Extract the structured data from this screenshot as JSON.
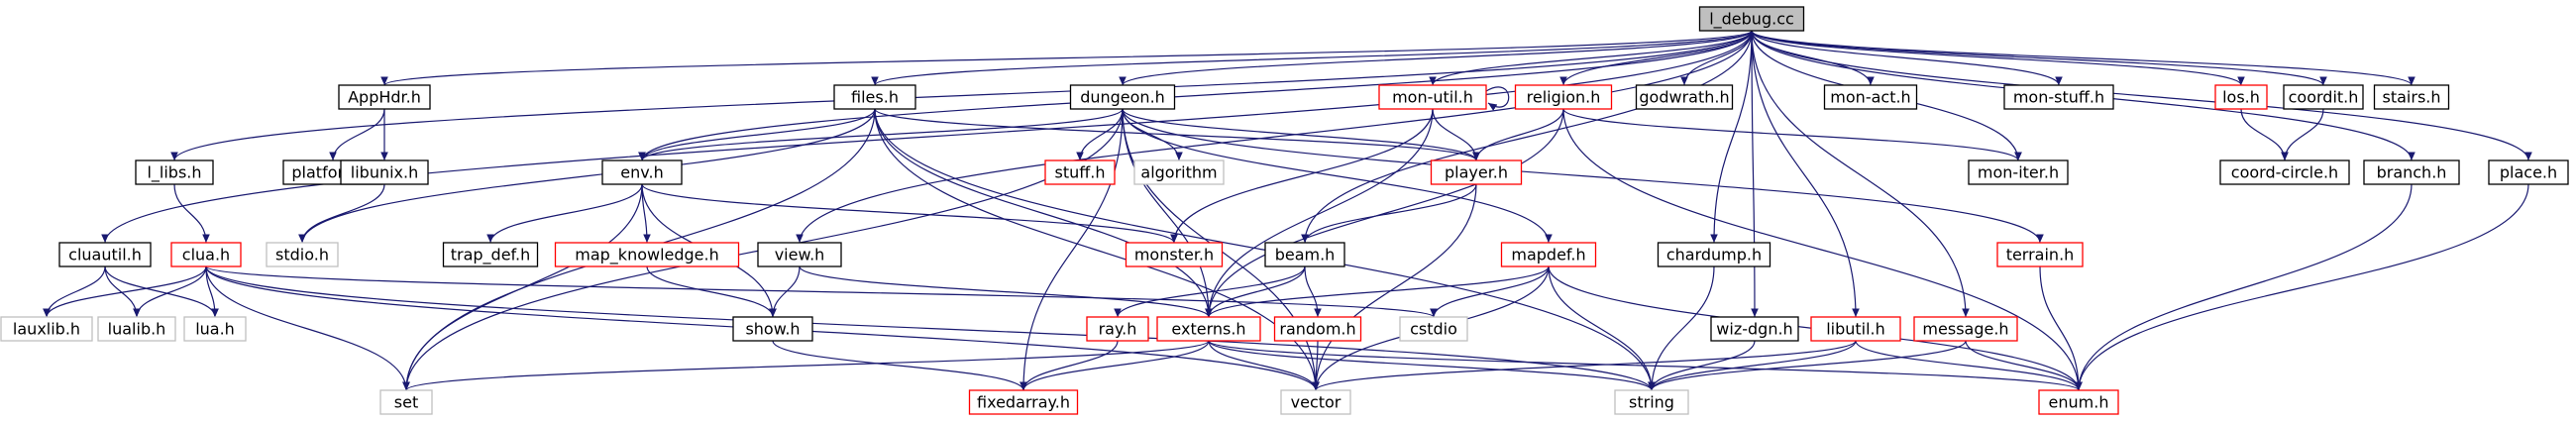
{
  "graph": {
    "title": "l_debug.cc",
    "colors": {
      "root_fill": "#bfbfbf",
      "root_border": "#000000",
      "documented_border": "#000000",
      "incomplete_border": "#ff0000",
      "external_border": "#bfbfbf",
      "edge": "#191970"
    },
    "nodes": [
      {
        "id": "l_debug",
        "label": "l_debug.cc",
        "kind": "root"
      },
      {
        "id": "apphdr",
        "label": "AppHdr.h",
        "kind": "documented"
      },
      {
        "id": "files",
        "label": "files.h",
        "kind": "documented"
      },
      {
        "id": "dungeon",
        "label": "dungeon.h",
        "kind": "documented"
      },
      {
        "id": "monutil",
        "label": "mon-util.h",
        "kind": "incomplete"
      },
      {
        "id": "religion",
        "label": "religion.h",
        "kind": "incomplete"
      },
      {
        "id": "godwrath",
        "label": "godwrath.h",
        "kind": "documented"
      },
      {
        "id": "monact",
        "label": "mon-act.h",
        "kind": "documented"
      },
      {
        "id": "monstuff",
        "label": "mon-stuff.h",
        "kind": "documented"
      },
      {
        "id": "los",
        "label": "los.h",
        "kind": "incomplete"
      },
      {
        "id": "coordit",
        "label": "coordit.h",
        "kind": "documented"
      },
      {
        "id": "stairs",
        "label": "stairs.h",
        "kind": "documented"
      },
      {
        "id": "llibs",
        "label": "l_libs.h",
        "kind": "documented"
      },
      {
        "id": "platform",
        "label": "platform.h",
        "kind": "documented"
      },
      {
        "id": "libunix",
        "label": "libunix.h",
        "kind": "documented"
      },
      {
        "id": "stuff",
        "label": "stuff.h",
        "kind": "incomplete"
      },
      {
        "id": "algorithm",
        "label": "algorithm",
        "kind": "external"
      },
      {
        "id": "player",
        "label": "player.h",
        "kind": "incomplete"
      },
      {
        "id": "moniter",
        "label": "mon-iter.h",
        "kind": "documented"
      },
      {
        "id": "coordcircle",
        "label": "coord-circle.h",
        "kind": "documented"
      },
      {
        "id": "branch",
        "label": "branch.h",
        "kind": "documented"
      },
      {
        "id": "place",
        "label": "place.h",
        "kind": "documented"
      },
      {
        "id": "envh",
        "label": "env.h",
        "kind": "documented"
      },
      {
        "id": "stdio",
        "label": "stdio.h",
        "kind": "external"
      },
      {
        "id": "cluautil",
        "label": "cluautil.h",
        "kind": "documented"
      },
      {
        "id": "clua",
        "label": "clua.h",
        "kind": "incomplete"
      },
      {
        "id": "trapdef",
        "label": "trap_def.h",
        "kind": "documented"
      },
      {
        "id": "mapknow",
        "label": "map_knowledge.h",
        "kind": "incomplete"
      },
      {
        "id": "viewh",
        "label": "view.h",
        "kind": "documented"
      },
      {
        "id": "monster",
        "label": "monster.h",
        "kind": "incomplete"
      },
      {
        "id": "beam",
        "label": "beam.h",
        "kind": "documented"
      },
      {
        "id": "mapdef",
        "label": "mapdef.h",
        "kind": "incomplete"
      },
      {
        "id": "chardump",
        "label": "chardump.h",
        "kind": "documented"
      },
      {
        "id": "terrain",
        "label": "terrain.h",
        "kind": "incomplete"
      },
      {
        "id": "lauxlib",
        "label": "lauxlib.h",
        "kind": "external"
      },
      {
        "id": "lualib",
        "label": "lualib.h",
        "kind": "external"
      },
      {
        "id": "luah",
        "label": "lua.h",
        "kind": "external"
      },
      {
        "id": "show",
        "label": "show.h",
        "kind": "documented"
      },
      {
        "id": "ray",
        "label": "ray.h",
        "kind": "incomplete"
      },
      {
        "id": "externs",
        "label": "externs.h",
        "kind": "incomplete"
      },
      {
        "id": "random",
        "label": "random.h",
        "kind": "incomplete"
      },
      {
        "id": "cstdio",
        "label": "cstdio",
        "kind": "external"
      },
      {
        "id": "wizdgn",
        "label": "wiz-dgn.h",
        "kind": "documented"
      },
      {
        "id": "libutil",
        "label": "libutil.h",
        "kind": "incomplete"
      },
      {
        "id": "message",
        "label": "message.h",
        "kind": "incomplete"
      },
      {
        "id": "set",
        "label": "set",
        "kind": "external"
      },
      {
        "id": "fixedarray",
        "label": "fixedarray.h",
        "kind": "incomplete"
      },
      {
        "id": "vector",
        "label": "vector",
        "kind": "external"
      },
      {
        "id": "string",
        "label": "string",
        "kind": "external"
      },
      {
        "id": "enum",
        "label": "enum.h",
        "kind": "incomplete"
      }
    ],
    "edges": [
      [
        "l_debug",
        "apphdr"
      ],
      [
        "l_debug",
        "files"
      ],
      [
        "l_debug",
        "dungeon"
      ],
      [
        "l_debug",
        "monutil"
      ],
      [
        "l_debug",
        "religion"
      ],
      [
        "l_debug",
        "godwrath"
      ],
      [
        "l_debug",
        "monact"
      ],
      [
        "l_debug",
        "monstuff"
      ],
      [
        "l_debug",
        "los"
      ],
      [
        "l_debug",
        "coordit"
      ],
      [
        "l_debug",
        "stairs"
      ],
      [
        "l_debug",
        "branch"
      ],
      [
        "l_debug",
        "place"
      ],
      [
        "l_debug",
        "llibs"
      ],
      [
        "l_debug",
        "cluautil"
      ],
      [
        "l_debug",
        "envh"
      ],
      [
        "l_debug",
        "viewh"
      ],
      [
        "l_debug",
        "beam"
      ],
      [
        "l_debug",
        "chardump"
      ],
      [
        "l_debug",
        "wizdgn"
      ],
      [
        "l_debug",
        "libutil"
      ],
      [
        "l_debug",
        "message"
      ],
      [
        "l_debug",
        "moniter"
      ],
      [
        "apphdr",
        "platform"
      ],
      [
        "apphdr",
        "libunix"
      ],
      [
        "libunix",
        "stdio"
      ],
      [
        "llibs",
        "clua"
      ],
      [
        "files",
        "envh"
      ],
      [
        "files",
        "player"
      ],
      [
        "files",
        "stdio"
      ],
      [
        "files",
        "set"
      ],
      [
        "files",
        "string"
      ],
      [
        "files",
        "vector"
      ],
      [
        "files",
        "externs"
      ],
      [
        "dungeon",
        "stuff"
      ],
      [
        "dungeon",
        "algorithm"
      ],
      [
        "dungeon",
        "envh"
      ],
      [
        "dungeon",
        "terrain"
      ],
      [
        "dungeon",
        "mapdef"
      ],
      [
        "dungeon",
        "fixedarray"
      ],
      [
        "dungeon",
        "vector"
      ],
      [
        "dungeon",
        "set"
      ],
      [
        "dungeon",
        "externs"
      ],
      [
        "dungeon",
        "player"
      ],
      [
        "monutil",
        "player"
      ],
      [
        "monutil",
        "monster"
      ],
      [
        "monutil",
        "externs"
      ],
      [
        "monutil",
        "monutil"
      ],
      [
        "religion",
        "player"
      ],
      [
        "religion",
        "moniter"
      ],
      [
        "religion",
        "enum"
      ],
      [
        "religion",
        "externs"
      ],
      [
        "player",
        "beam"
      ],
      [
        "player",
        "vector"
      ],
      [
        "coordit",
        "coordcircle"
      ],
      [
        "los",
        "coordcircle"
      ],
      [
        "branch",
        "enum"
      ],
      [
        "place",
        "enum"
      ],
      [
        "envh",
        "trapdef"
      ],
      [
        "envh",
        "mapknow"
      ],
      [
        "envh",
        "monster"
      ],
      [
        "envh",
        "show"
      ],
      [
        "envh",
        "set"
      ],
      [
        "cluautil",
        "lauxlib"
      ],
      [
        "cluautil",
        "lualib"
      ],
      [
        "cluautil",
        "luah"
      ],
      [
        "clua",
        "lauxlib"
      ],
      [
        "clua",
        "lualib"
      ],
      [
        "clua",
        "luah"
      ],
      [
        "clua",
        "set"
      ],
      [
        "clua",
        "cstdio"
      ],
      [
        "clua",
        "string"
      ],
      [
        "clua",
        "vector"
      ],
      [
        "mapknow",
        "show"
      ],
      [
        "viewh",
        "show"
      ],
      [
        "viewh",
        "externs"
      ],
      [
        "show",
        "fixedarray"
      ],
      [
        "beam",
        "externs"
      ],
      [
        "beam",
        "random"
      ],
      [
        "beam",
        "ray"
      ],
      [
        "mapdef",
        "cstdio"
      ],
      [
        "mapdef",
        "externs"
      ],
      [
        "mapdef",
        "vector"
      ],
      [
        "mapdef",
        "string"
      ],
      [
        "mapdef",
        "enum"
      ],
      [
        "chardump",
        "string"
      ],
      [
        "terrain",
        "enum"
      ],
      [
        "ray",
        "fixedarray"
      ],
      [
        "externs",
        "fixedarray"
      ],
      [
        "externs",
        "set"
      ],
      [
        "externs",
        "vector"
      ],
      [
        "externs",
        "string"
      ],
      [
        "externs",
        "enum"
      ],
      [
        "random",
        "vector"
      ],
      [
        "wizdgn",
        "string"
      ],
      [
        "libutil",
        "vector"
      ],
      [
        "libutil",
        "string"
      ],
      [
        "libutil",
        "enum"
      ],
      [
        "message",
        "string"
      ],
      [
        "message",
        "enum"
      ]
    ]
  }
}
